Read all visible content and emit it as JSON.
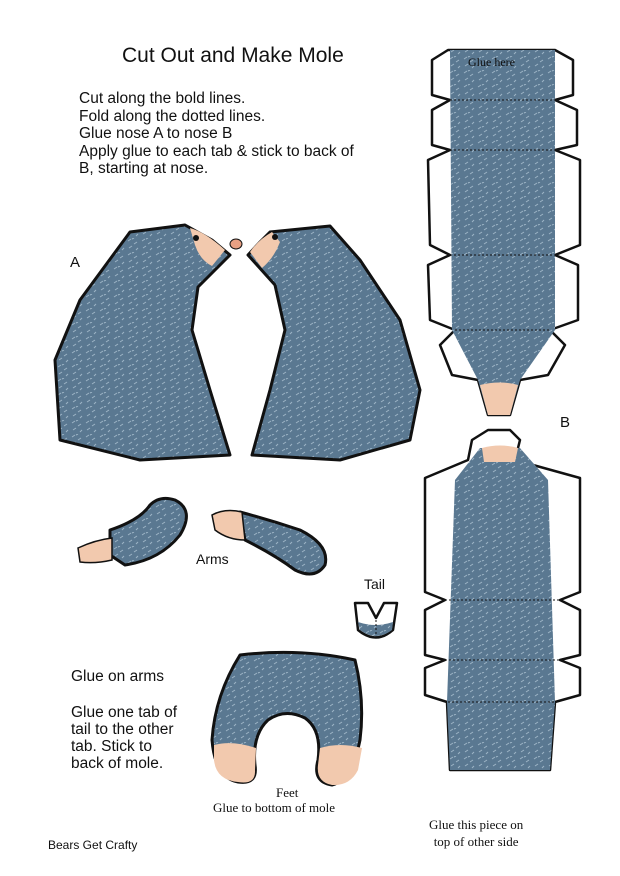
{
  "title": "Cut Out and Make Mole",
  "instructions": [
    "Cut along the bold lines.",
    "Fold along the dotted lines.",
    "Glue nose A to nose B",
    "Apply glue to each tab & stick to back of",
    "B, starting at nose."
  ],
  "labels": {
    "a": "A",
    "b": "B",
    "arms": "Arms",
    "tail": "Tail",
    "feet": "Feet",
    "feet_glue": "Glue to bottom of mole",
    "glue_here": "Glue here",
    "glue_top_line1": "Glue this piece on",
    "glue_top_line2": "top of other side"
  },
  "notes": {
    "glue_arms": "Glue on arms",
    "glue_tail": [
      "Glue one tab of",
      "tail to the other",
      "tab. Stick to",
      "back of mole."
    ]
  },
  "credit": "Bears Get Crafty",
  "colors": {
    "fur": "#5a7891",
    "fur_stroke": "#9db4c6",
    "skin": "#f2c9ae",
    "nose": "#e8a083",
    "outline": "#111111"
  }
}
